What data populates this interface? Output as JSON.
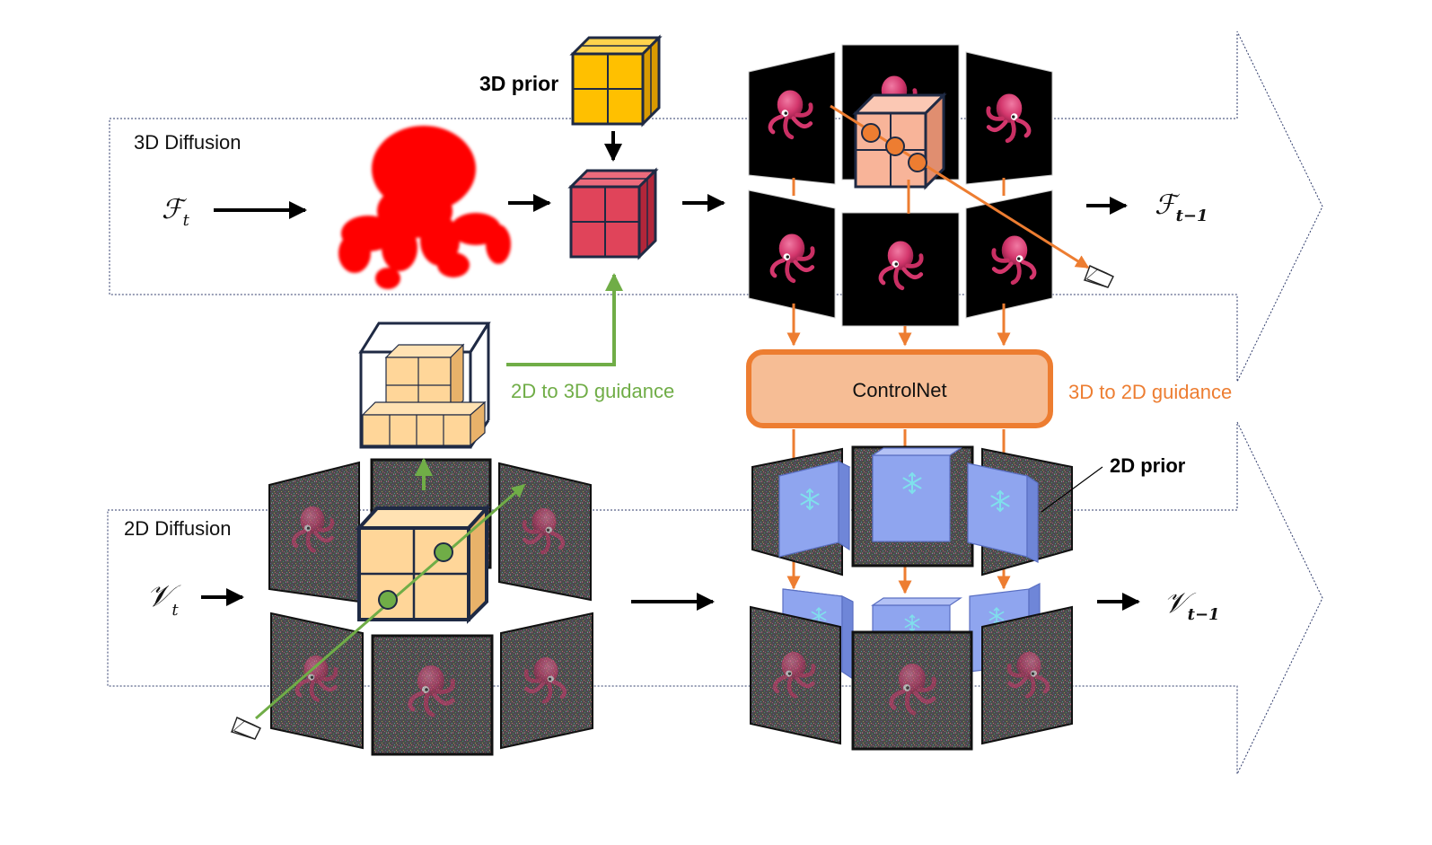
{
  "labels": {
    "diffusion_3d": "3D Diffusion",
    "diffusion_2d": "2D Diffusion",
    "prior_3d": "3D prior",
    "prior_2d": "2D prior",
    "guidance_2d_to_3d": "2D to 3D guidance",
    "guidance_3d_to_2d": "3D to 2D guidance",
    "controlnet": "ControlNet"
  },
  "math": {
    "F_t": {
      "base": "ℱ",
      "sub": "t"
    },
    "F_t_minus_1": {
      "base": "ℱ",
      "sub": "t−1"
    },
    "V_t": {
      "base": "𝒱",
      "sub": "t"
    },
    "V_t_minus_1": {
      "base": "𝒱",
      "sub": "t−1"
    }
  },
  "colors": {
    "guidance_green": "#70ad47",
    "guidance_orange": "#ed7d31",
    "controlnet_fill": "#f4b183",
    "controlnet_stroke": "#ed7d31",
    "prior_cube_yellow": "#ffc000",
    "cube_red": "#e0445a",
    "cube_peach": "#ffd699",
    "cube_salmon": "#f8b499",
    "frozen_block": "#8fa5ef",
    "snowflake": "#7fe0ec",
    "cube_outline": "#1f2a44",
    "point_cloud": "#ff0000",
    "octopus": "#d4376d"
  },
  "icons": [
    "camera-icon",
    "snowflake-icon",
    "cube-icon",
    "octopus-render"
  ]
}
